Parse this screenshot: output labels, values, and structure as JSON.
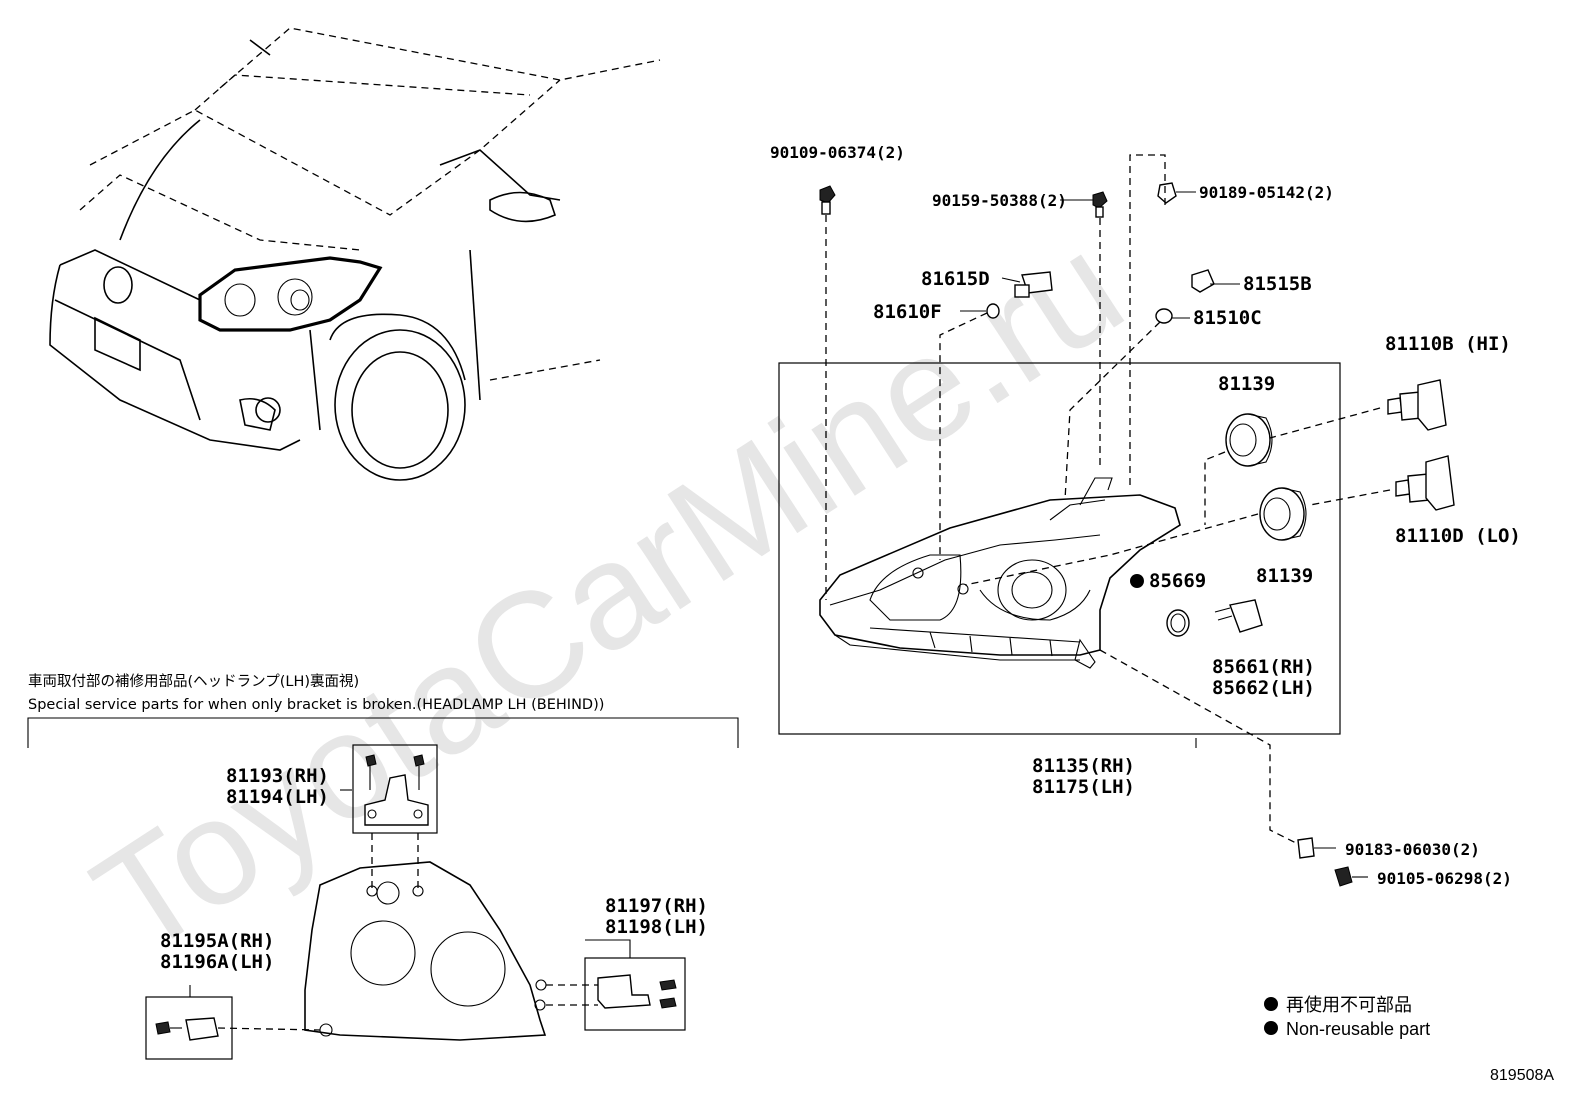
{
  "watermark": "ToyotaCarMine.ru",
  "figure_code": "819508A",
  "note": {
    "jp": "車両取付部の補修用部品(ヘッドランプ(LH)裏面視)",
    "en": "Special service parts for when only bracket is broken.(HEADLAMP LH (BEHIND))"
  },
  "legend": {
    "jp": "再使用不可部品",
    "en": "Non-reusable part"
  },
  "parts": {
    "p90109": "90109-06374(2)",
    "p90159": "90159-50388(2)",
    "p90189": "90189-05142(2)",
    "p81615": "81615D",
    "p81610": "81610F",
    "p81515": "81515B",
    "p81510": "81510C",
    "p81110b": "81110B (HI)",
    "p81110d": "81110D (LO)",
    "p81139a": "81139",
    "p81139b": "81139",
    "p85669": "85669",
    "p85661": "85661(RH)",
    "p85662": "85662(LH)",
    "p81135": "81135(RH)",
    "p81175": "81175(LH)",
    "p90183": "90183-06030(2)",
    "p90105": "90105-06298(2)",
    "p81193": "81193(RH)",
    "p81194": "81194(LH)",
    "p81195": "81195A(RH)",
    "p81196": "81196A(LH)",
    "p81197": "81197(RH)",
    "p81198": "81198(LH)"
  }
}
